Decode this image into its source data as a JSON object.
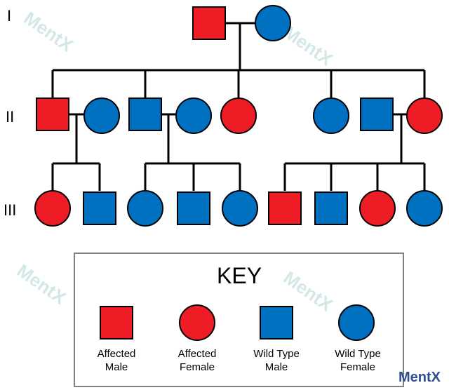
{
  "colors": {
    "affected": "#ee1c25",
    "wild_type": "#0070c0",
    "line": "#000000",
    "key_border": "#7f7f7f"
  },
  "generations": {
    "g1": "I",
    "g2": "II",
    "g3": "III"
  },
  "key": {
    "title": "KEY",
    "affected_male": [
      "Affected",
      "Male"
    ],
    "affected_female": [
      "Affected",
      "Female"
    ],
    "wild_type_male": [
      "Wild Type",
      "Male"
    ],
    "wild_type_female": [
      "Wild Type",
      "Female"
    ]
  },
  "watermark": {
    "text": "MentX",
    "brand": "MentX"
  },
  "individuals": [
    {
      "generation": "I",
      "sex": "male",
      "status": "affected"
    },
    {
      "generation": "I",
      "sex": "female",
      "status": "wild_type"
    },
    {
      "generation": "II",
      "sex": "male",
      "status": "affected"
    },
    {
      "generation": "II",
      "sex": "female",
      "status": "wild_type"
    },
    {
      "generation": "II",
      "sex": "male",
      "status": "wild_type"
    },
    {
      "generation": "II",
      "sex": "female",
      "status": "wild_type"
    },
    {
      "generation": "II",
      "sex": "female",
      "status": "affected"
    },
    {
      "generation": "II",
      "sex": "female",
      "status": "wild_type"
    },
    {
      "generation": "II",
      "sex": "male",
      "status": "wild_type"
    },
    {
      "generation": "II",
      "sex": "female",
      "status": "affected"
    },
    {
      "generation": "III",
      "sex": "female",
      "status": "affected"
    },
    {
      "generation": "III",
      "sex": "male",
      "status": "wild_type"
    },
    {
      "generation": "III",
      "sex": "female",
      "status": "wild_type"
    },
    {
      "generation": "III",
      "sex": "male",
      "status": "wild_type"
    },
    {
      "generation": "III",
      "sex": "female",
      "status": "wild_type"
    },
    {
      "generation": "III",
      "sex": "male",
      "status": "affected"
    },
    {
      "generation": "III",
      "sex": "male",
      "status": "wild_type"
    },
    {
      "generation": "III",
      "sex": "female",
      "status": "affected"
    },
    {
      "generation": "III",
      "sex": "female",
      "status": "wild_type"
    }
  ]
}
